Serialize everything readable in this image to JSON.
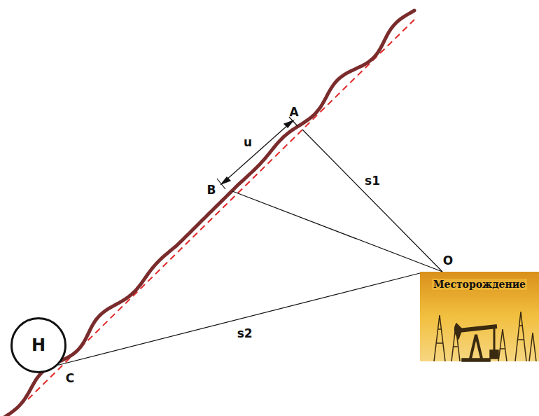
{
  "diagram": {
    "nodes": [
      {
        "text": [
          "H"
        ]
      },
      {
        "text": [
          "Месторождение"
        ]
      }
    ],
    "edges": [
      {
        "from": 0,
        "to": 1,
        "arrow": "none",
        "label": "s2"
      }
    ],
    "labels": [
      "A",
      "B",
      "C",
      "O",
      "s1",
      "u"
    ]
  }
}
